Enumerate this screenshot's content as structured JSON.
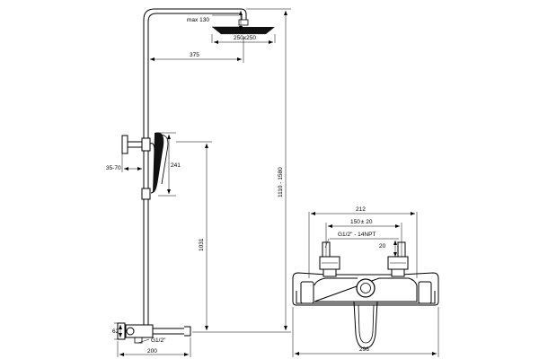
{
  "dimensions": {
    "max_height": "max 130",
    "head_size": "250x250",
    "arm_length": "375",
    "total_height": "1110 - 1580",
    "handshower_length": "241",
    "bracket_range": "35-70",
    "rail_height": "1031",
    "body_height": "62",
    "outlet_thread": "G1/2\"",
    "spout_length": "200",
    "mixer_top_width": "212",
    "centers": "150",
    "centers_tol": "± 20",
    "connection_thread": "G1/2\" - 14NPT",
    "connection_depth": "20",
    "mixer_width": "296"
  }
}
